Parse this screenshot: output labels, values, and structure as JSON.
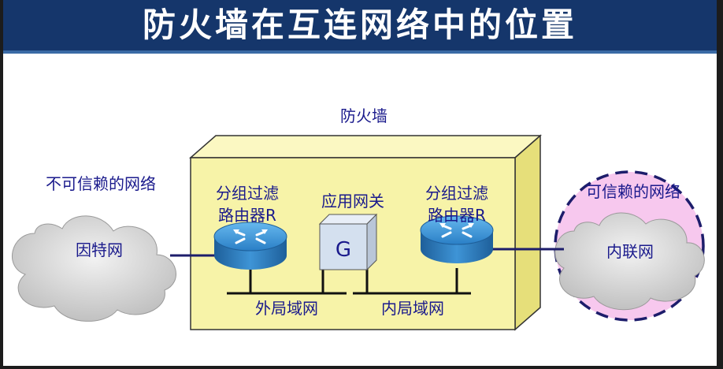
{
  "title": "防火墙在互连网络中的位置",
  "labels": {
    "firewall": "防火墙",
    "untrusted": "不可信赖的网络",
    "trusted": "可信赖的网络",
    "internet": "因特网",
    "intranet": "内联网",
    "router_left_line1": "分组过滤",
    "router_left_line2": "路由器R",
    "router_right_line1": "分组过滤",
    "router_right_line2": "路由器R",
    "gateway_title": "应用网关",
    "gateway_letter": "G",
    "outer_lan": "外局域网",
    "inner_lan": "内局域网"
  },
  "colors": {
    "title_bg": "#15366b",
    "firewall_fill": "#f7f3a8",
    "cloud_fill": "#d6d6d6",
    "trusted_fill": "#f7c8ee",
    "trusted_border": "#1d1d6b",
    "router_blue": "#2f8fd6",
    "text_blue": "#1a1a8c"
  },
  "icons": [
    "router-icon",
    "cloud-icon",
    "gateway-box-icon"
  ]
}
